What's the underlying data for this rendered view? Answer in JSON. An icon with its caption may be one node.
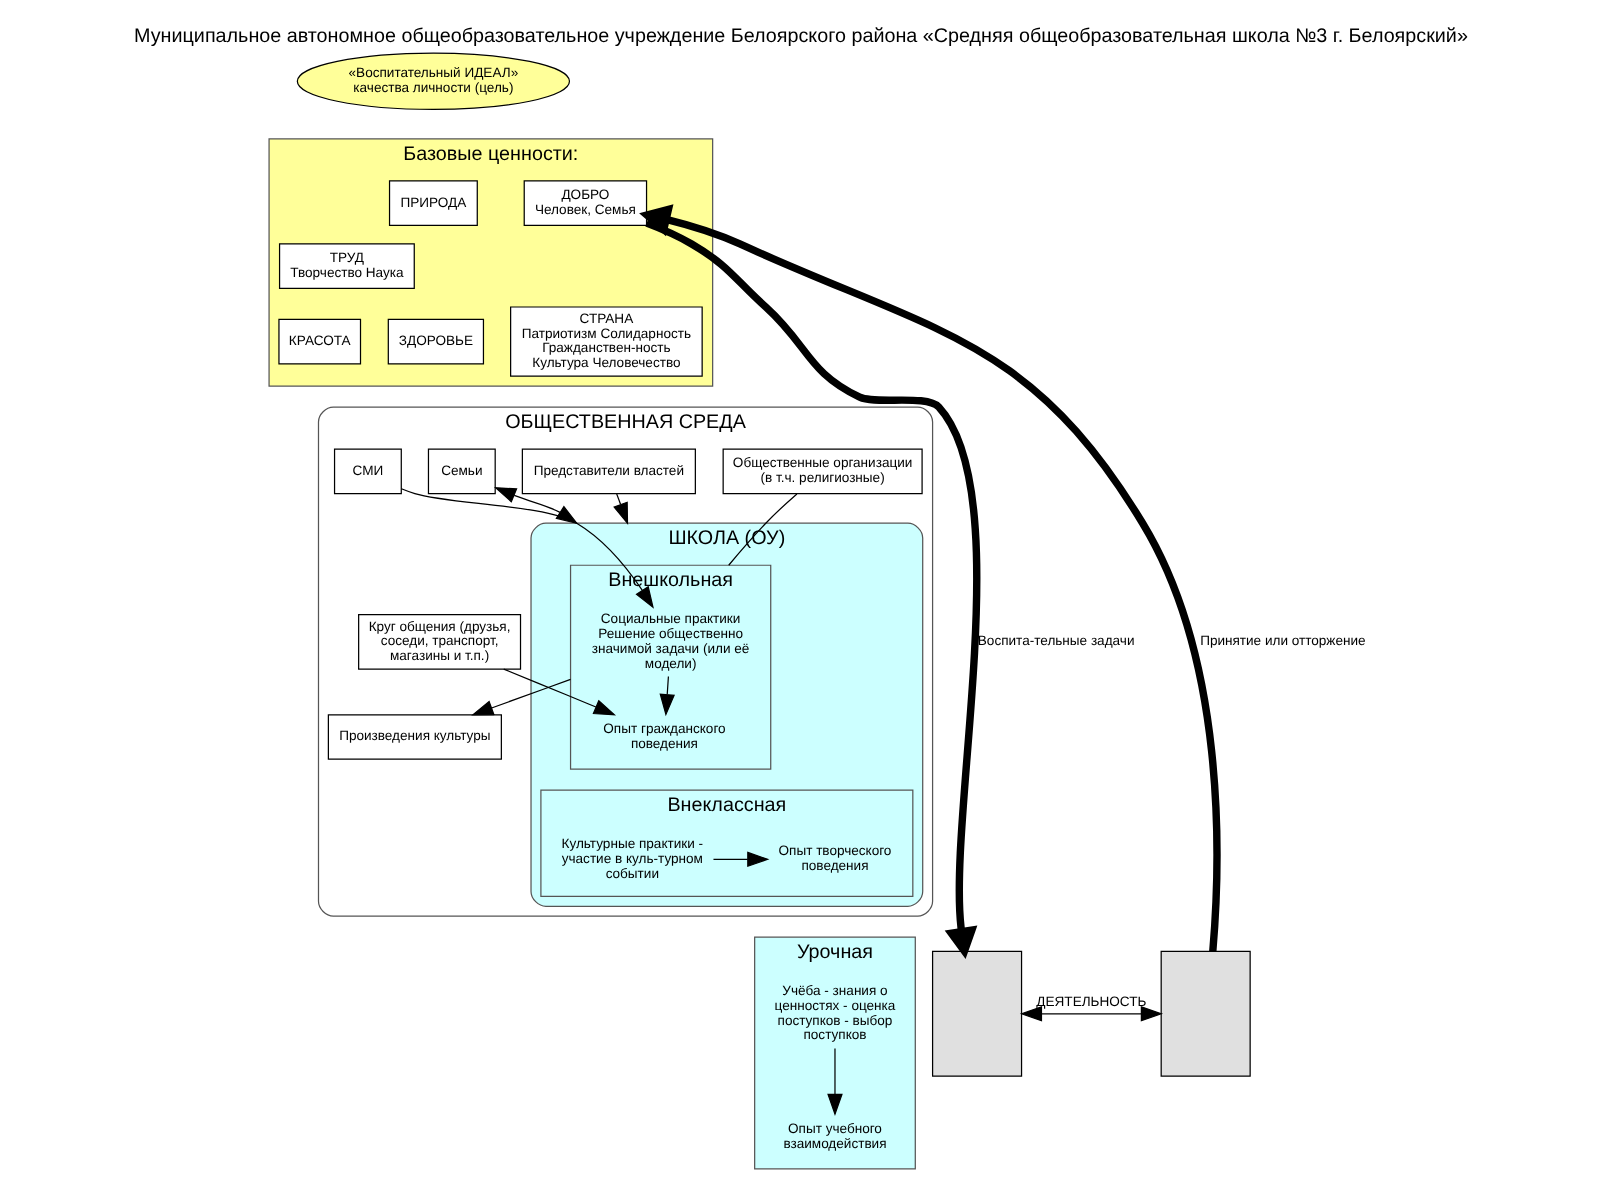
{
  "diagram": {
    "title": "Муниципальное автономное общеобразовательное учреждение Белоярского района «Средняя общеобразовательная школа №3 г. Белоярский»",
    "nodes": [
      {
        "text": [
          "«Воспитательный ИДЕАЛ» качества личности (цель)"
        ]
      },
      {
        "text": [
          "Базовые ценности:"
        ]
      },
      {
        "text": [
          "СТРАНА",
          "Патриотизм Солидарность Гражданствен-ность Культура Человечество"
        ],
        "in": 1
      },
      {
        "text": [
          "ТРУД",
          "Творчество Наука"
        ],
        "in": 1
      },
      {
        "text": [
          "ДОБРО",
          "Человек, Семья"
        ],
        "in": 1
      },
      {
        "text": [
          "ПРИРОДА"
        ],
        "in": 1
      },
      {
        "text": [
          "ЗДОРОВЬЕ"
        ],
        "in": 1
      },
      {
        "text": [
          "КРАСОТА"
        ],
        "in": 1
      },
      {
        "text": [
          "ОБЩЕСТВЕННАЯ СРЕДА"
        ]
      },
      {
        "text": [
          "Произведения культуры"
        ],
        "in": 8
      },
      {
        "text": [
          "Общественные организации (в т.ч. религиозные)"
        ],
        "in": 8
      },
      {
        "text": [
          "СМИ"
        ],
        "in": 8
      },
      {
        "text": [
          "Круг общения (друзья, соседи, транспорт, магазины и т.п.)"
        ],
        "in": 8
      },
      {
        "text": [
          "Представители властей"
        ],
        "in": 8
      },
      {
        "text": [
          "Семьи"
        ],
        "in": 8
      },
      {
        "text": [
          "ШКОЛА (ОУ)"
        ],
        "in": 8
      },
      {
        "text": [
          "Внешкольная"
        ],
        "in": 15
      },
      {
        "text": [
          "Социальные практики Решение общественно значимой задачи (или её модели)"
        ],
        "in": 16
      },
      {
        "text": [
          "Опыт гражданского поведения"
        ],
        "in": 16
      },
      {
        "text": [
          "Внеклассная"
        ],
        "in": 15
      },
      {
        "text": [
          "Культурные практики - участие в куль-турном событии"
        ],
        "in": 19
      },
      {
        "text": [
          "Опыт творческого поведения"
        ],
        "in": 19
      },
      {
        "text": [
          "Урочная"
        ]
      },
      {
        "text": [
          "Учёба - знания о ценностях - оценка поступков - выбор поступков"
        ],
        "in": 22
      },
      {
        "text": [
          "Опыт учебного взаимодействия"
        ],
        "in": 22
      },
      {
        "text": [],
        "shape": "box"
      },
      {
        "text": [],
        "shape": "box"
      }
    ],
    "edges": [
      {
        "from": 4,
        "to": 25,
        "arrow": "to",
        "label": "Воспита-тельные задачи",
        "style": "thick"
      },
      {
        "from": 26,
        "to": 4,
        "arrow": "to",
        "label": "Принятие или отторжение",
        "style": "thick"
      },
      {
        "from": 25,
        "to": 26,
        "arrow": "both",
        "label": "ДЕЯТЕЛЬНОСТЬ"
      },
      {
        "from": 16,
        "to": 9,
        "arrow": "to"
      },
      {
        "from": 10,
        "to": 16,
        "arrow": "none"
      },
      {
        "from": 11,
        "to": 17,
        "arrow": "to"
      },
      {
        "from": 13,
        "to": 15,
        "arrow": "to"
      },
      {
        "from": 12,
        "to": 18,
        "arrow": "to"
      },
      {
        "from": 14,
        "to": 15,
        "arrow": "both"
      },
      {
        "from": 17,
        "to": 18,
        "arrow": "to"
      },
      {
        "from": 20,
        "to": 21,
        "arrow": "to"
      },
      {
        "from": 23,
        "to": 24,
        "arrow": "to"
      }
    ]
  }
}
